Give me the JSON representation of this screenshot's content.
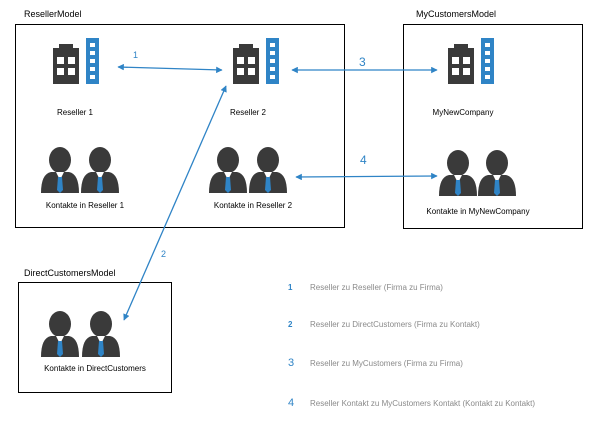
{
  "models": {
    "reseller": {
      "title": "ResellerModel"
    },
    "mycustomers": {
      "title": "MyCustomersModel"
    },
    "directcustomers": {
      "title": "DirectCustomersModel"
    }
  },
  "nodes": {
    "reseller1": {
      "label": "Reseller 1"
    },
    "reseller2": {
      "label": "Reseller 2"
    },
    "mynewcompany": {
      "label": "MyNewCompany"
    },
    "kontakte_r1": {
      "label": "Kontakte in Reseller 1"
    },
    "kontakte_r2": {
      "label": "Kontakte in Reseller 2"
    },
    "kontakte_mnc": {
      "label": "Kontakte in MyNewCompany"
    },
    "kontakte_dc": {
      "label": "Kontakte in DirectCustomers"
    }
  },
  "connections": [
    {
      "num": "1"
    },
    {
      "num": "2"
    },
    {
      "num": "3"
    },
    {
      "num": "4"
    }
  ],
  "legend": [
    {
      "num": "1",
      "text": "Reseller zu Reseller (Firma zu Firma)"
    },
    {
      "num": "2",
      "text": "Reseller zu DirectCustomers (Firma zu Kontakt)"
    },
    {
      "num": "3",
      "text": "Reseller zu MyCustomers (Firma zu Firma)"
    },
    {
      "num": "4",
      "text": "Reseller Kontakt zu MyCustomers Kontakt (Kontakt zu Kontakt)"
    }
  ],
  "colors": {
    "accent": "#2f84c6",
    "icon_dark": "#3a3a3a",
    "legend_text": "#8a8a8a"
  },
  "icons": {
    "company": "building-icon",
    "contacts": "people-icon"
  }
}
